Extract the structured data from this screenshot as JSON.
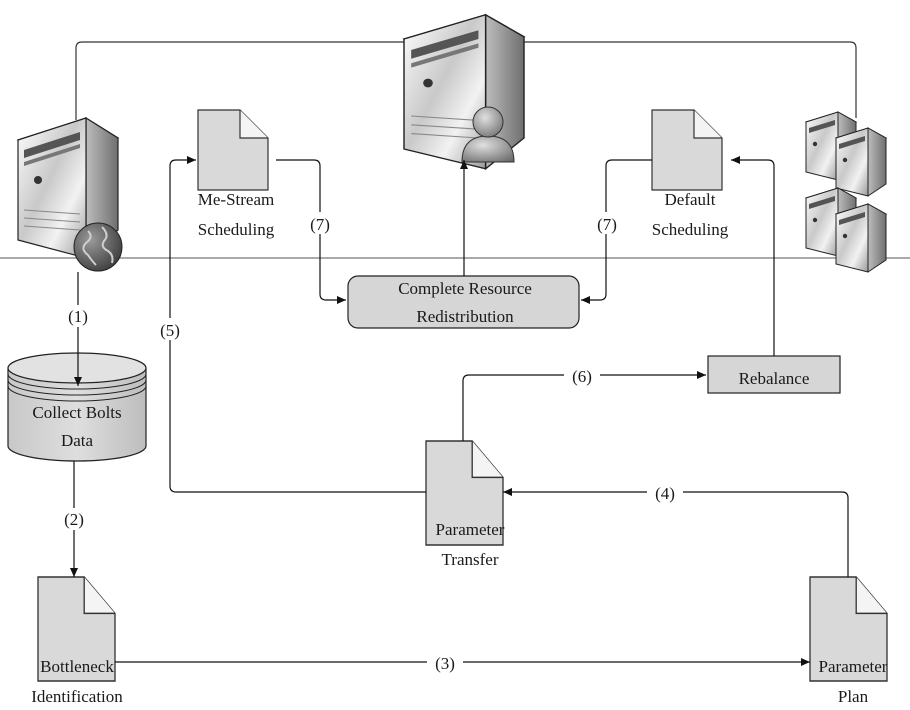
{
  "nodes": {
    "me_stream": {
      "line1": "Me-Stream",
      "line2": "Scheduling"
    },
    "default_sched": {
      "line1": "Default",
      "line2": "Scheduling"
    },
    "complete_res": {
      "line1": "Complete Resource",
      "line2": "Redistribution"
    },
    "collect": {
      "line1": "Collect Bolts",
      "line2": "Data"
    },
    "rebalance": {
      "label": "Rebalance"
    },
    "param_transfer": {
      "line1": "Parameter",
      "line2": "Transfer"
    },
    "bottleneck": {
      "line1": "Bottleneck",
      "line2": "Identification"
    },
    "param_plan": {
      "line1": "Parameter",
      "line2": "Plan"
    }
  },
  "steps": {
    "s1": "(1)",
    "s2": "(2)",
    "s3": "(3)",
    "s4": "(4)",
    "s5": "(5)",
    "s6": "(6)",
    "s7a": "(7)",
    "s7b": "(7)"
  },
  "icons": [
    "server-icon",
    "globe-icon",
    "user-icon",
    "server-cluster-icon",
    "database-icon",
    "document-icon"
  ]
}
